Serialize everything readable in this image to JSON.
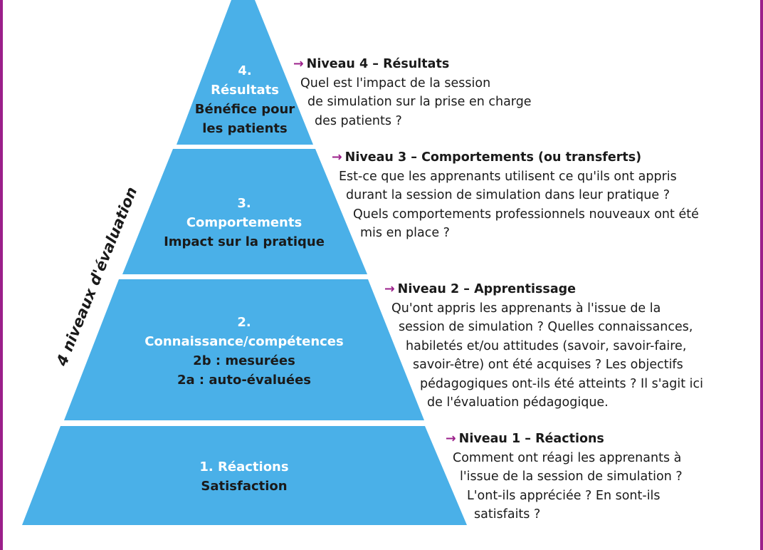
{
  "colors": {
    "pyramid": "#4ab0e8",
    "accent": "#9b1f8a",
    "text": "#1a1a1a"
  },
  "side_label": "4 niveaux d'évaluation",
  "arrow_icon": "→",
  "levels": [
    {
      "lines_white": [
        "4.",
        "Résultats"
      ],
      "lines_dark": [
        "Bénéfice pour",
        "les patients"
      ]
    },
    {
      "lines_white": [
        "3.",
        "Comportements"
      ],
      "lines_dark": [
        "Impact sur la pratique"
      ]
    },
    {
      "lines_white": [
        "2.",
        "Connaissance/compétences"
      ],
      "lines_dark": [
        "2b : mesurées",
        "2a : auto-évaluées"
      ]
    },
    {
      "lines_white": [
        "1. Réactions"
      ],
      "lines_dark": [
        "Satisfaction"
      ]
    }
  ],
  "descriptions": [
    {
      "heading": "Niveau 4 – Résultats",
      "lines": [
        "Quel est l'impact de la session",
        "de simulation sur la prise en charge",
        "des patients ?"
      ]
    },
    {
      "heading": "Niveau 3 – Comportements (ou transferts)",
      "lines": [
        "Est-ce que les apprenants utilisent ce qu'ils ont appris",
        "durant la session de simulation dans leur pratique ?",
        "Quels comportements professionnels nouveaux ont été",
        "mis en place ?"
      ]
    },
    {
      "heading": "Niveau 2 – Apprentissage",
      "lines": [
        "Qu'ont appris les apprenants à l'issue de la",
        "session de simulation ? Quelles connaissances,",
        "habiletés et/ou attitudes (savoir, savoir-faire,",
        "savoir-être) ont été acquises ? Les objectifs",
        "pédagogiques ont-ils été atteints ? Il s'agit ici",
        "de l'évaluation pédagogique."
      ]
    },
    {
      "heading": "Niveau 1 – Réactions",
      "lines": [
        "Comment ont réagi les apprenants à",
        "l'issue de la session de simulation ?",
        "L'ont-ils appréciée ? En sont-ils",
        "satisfaits ?"
      ]
    }
  ]
}
